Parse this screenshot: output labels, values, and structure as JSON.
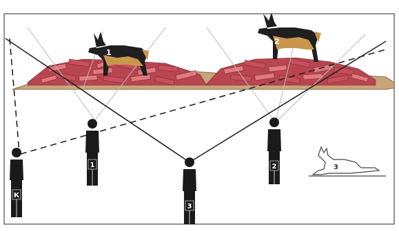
{
  "colors": {
    "brick": "#c8505a",
    "brick_light": "#e07a7f",
    "ground": "#c9a57a",
    "ground_dark": "#8a6a48",
    "figure": "#1a1a1a",
    "line": "#222222",
    "light_line": "#b9b9b9",
    "frame": "#6e6e6e"
  },
  "figures": {
    "k": {
      "label": "К",
      "icon": "standing-person-icon"
    },
    "one": {
      "label": "1",
      "icon": "standing-person-icon"
    },
    "two": {
      "label": "2",
      "icon": "standing-person-icon"
    },
    "three": {
      "label": "3",
      "icon": "standing-person-icon"
    }
  },
  "dogs": {
    "one": {
      "label": "1",
      "icon": "german-shepherd-icon"
    },
    "two": {
      "label": "2",
      "icon": "german-shepherd-icon"
    },
    "three": {
      "label": "3",
      "icon": "lying-dog-outline-icon"
    }
  }
}
